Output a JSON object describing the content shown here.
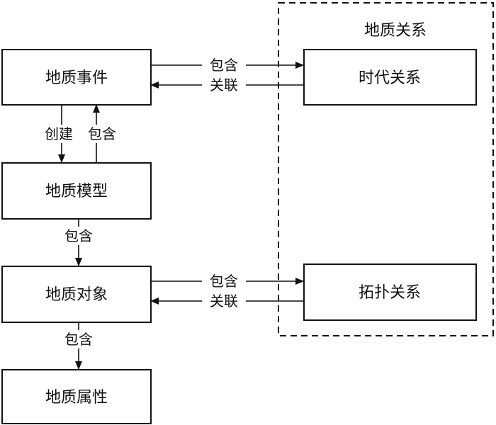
{
  "group": {
    "label": "地质关系"
  },
  "nodes": {
    "event": "地质事件",
    "model": "地质模型",
    "object": "地质对象",
    "attribute": "地质属性",
    "era": "时代关系",
    "topology": "拓扑关系"
  },
  "edges": {
    "event_era_contain": "包含",
    "era_event_relate": "关联",
    "event_model_create": "创建",
    "model_event_contain": "包含",
    "model_object_contain": "包含",
    "object_topology_contain": "包含",
    "topology_object_relate": "关联",
    "object_attribute_contain": "包含"
  }
}
